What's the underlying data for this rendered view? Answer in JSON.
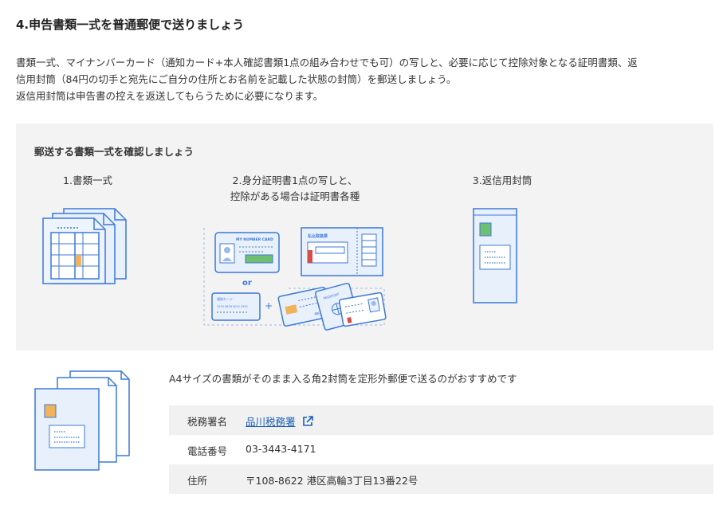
{
  "heading": "4.申告書類一式を普通郵便で送りましょう",
  "intro": {
    "line1": "書類一式、マイナンバーカード（通知カード+本人確認書類1点の組み合わせでも可）の写しと、必要に応じて控除対象となる証明書類、返",
    "line2": "信用封筒（84円の切手と宛先にご自分の住所とお名前を記載した状態の封筒）を郵送しましょう。",
    "line3": "返信用封筒は申告書の控えを返送してもらうために必要になります。"
  },
  "checklist": {
    "title": "郵送する書類一式を確認しましょう",
    "items": [
      {
        "caption_line1": "1.書類一式",
        "caption_line2": ""
      },
      {
        "caption_line1": "2.身分証明書1点の写しと、",
        "caption_line2": "控除がある場合は証明書各種"
      },
      {
        "caption_line1": "3.返信用封筒",
        "caption_line2": ""
      }
    ],
    "id_labels": {
      "mynumber": "MY NUMBER CARD",
      "or": "or",
      "notice": "通知カード",
      "notice_no": "1234 5678 9012 4321",
      "payment": "払込取扱票",
      "passport": "PASSPORT",
      "license": "運転免許証"
    }
  },
  "envelope_tip": "A4サイズの書類がそのまま入る角2封筒を定形外郵便で送るのがおすすめです",
  "office_info": [
    {
      "label": "税務署名",
      "value": "品川税務署",
      "link": true
    },
    {
      "label": "電話番号",
      "value": "03-3443-4171",
      "link": false
    },
    {
      "label": "住所",
      "value": "〒108-8622 港区高輪3丁目13番22号",
      "link": false
    }
  ],
  "colors": {
    "line": "#3b78d8",
    "fill": "#e8f0fc",
    "panel": "#f3f3f3",
    "link": "#1a5fb4",
    "stamp_green": "#6fbf73",
    "stamp_orange": "#f0b25a"
  },
  "icons": [
    "document-stack-icon",
    "id-documents-icon",
    "return-envelope-icon",
    "mailing-envelope-icon",
    "external-link-icon"
  ]
}
